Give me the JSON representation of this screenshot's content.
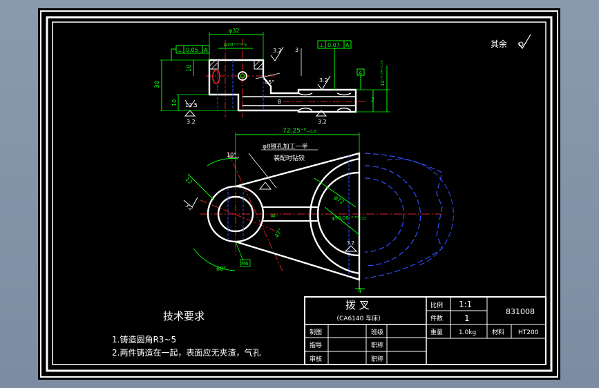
{
  "drawing": {
    "part_name": "拨 叉",
    "machine": "（CA6140 车床）",
    "part_number": "831008",
    "scale_label": "比例",
    "scale": "1:1",
    "qty_label": "件数",
    "qty": "1",
    "weight_label": "重量",
    "weight": "1.0kg",
    "material_label": "材料",
    "material": "HT200",
    "drawn_by": "制图",
    "checked_by": "指导",
    "reviewed_by": "审核",
    "class_label": "班级",
    "title_label_1": "职称",
    "title_label_2": "职称"
  },
  "tech_requirements": {
    "heading": "技术要求",
    "item1": "1.铸造圆角R3~5",
    "item2": "2.两件铸造在一起，表面应无夹渣，气孔"
  },
  "roughness_rest": "其余",
  "top_view_dims": {
    "dia32": "φ32",
    "dia20": "φ20⁺⁰·⁰²¹₀",
    "tol_a1_sym": "⊥",
    "tol_a1_val": "0.05",
    "tol_a1_ref": "A",
    "tol_a2_sym": "⊥",
    "tol_a2_val": "0.07",
    "tol_a2_ref": "A",
    "r32a": "3.2",
    "r32b": "3.2",
    "r32c": "3.2",
    "r32d": "3.2",
    "r125": "12.5",
    "d3": "3",
    "d10a": "10",
    "d30": "30",
    "d10b": "10",
    "d45": "45°",
    "d8": "8",
    "d2": "2",
    "d12": "12⁻⁰·⁰⁶⁻⁰·¹⁶",
    "datum_a": "A"
  },
  "front_view_dims": {
    "d72_25": "72.25⁻⁰₋₀.₈",
    "note_hole_1": "φ8锥孔加工一半",
    "note_hole_2": "装配时钻铰",
    "d10deg": "10°",
    "d12": "12",
    "r32": "3.2",
    "dia72": "φ72",
    "dia50": "φ50.00⁺⁰·⁵⁰₀.₂₅",
    "d8": "8",
    "d47": "47°",
    "d60": "60°",
    "m6": "M6",
    "r32b": "3.2",
    "d4": "4"
  }
}
